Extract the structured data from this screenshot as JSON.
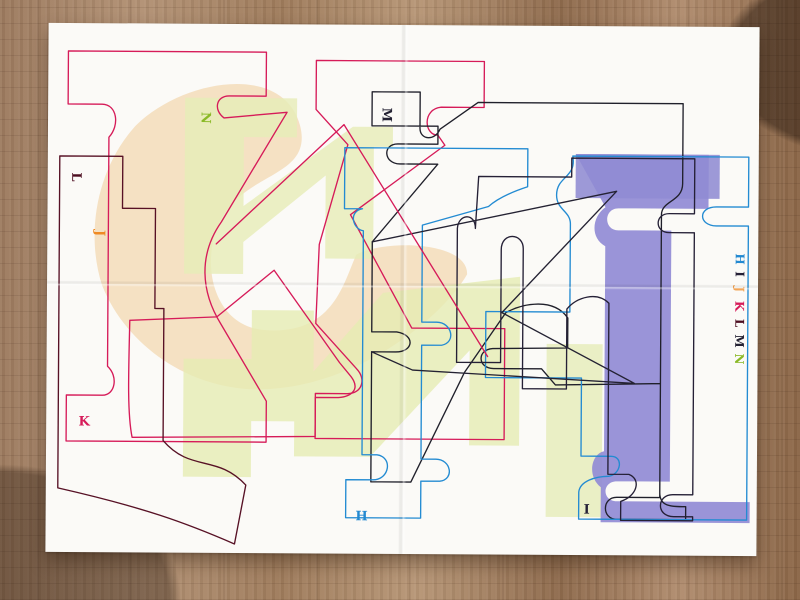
{
  "poster": {
    "letters": {
      "N": "N",
      "M": "M",
      "L": "L",
      "J": "J",
      "K": "K",
      "H": "H",
      "I": "I"
    },
    "legend": {
      "H": "H",
      "I": "I",
      "J": "J",
      "K": "K",
      "L": "L",
      "M": "M",
      "N": "N"
    }
  },
  "colors": {
    "H": "#2389d1",
    "I": "#252036",
    "J": "#ef8a24",
    "K": "#d61b59",
    "L": "#4c0d20",
    "M": "#242233",
    "N": "#8ab926",
    "J_fill": "#f4d8b4",
    "N_fill": "#dfe8a1",
    "I_fill": "#8f8bd3"
  }
}
